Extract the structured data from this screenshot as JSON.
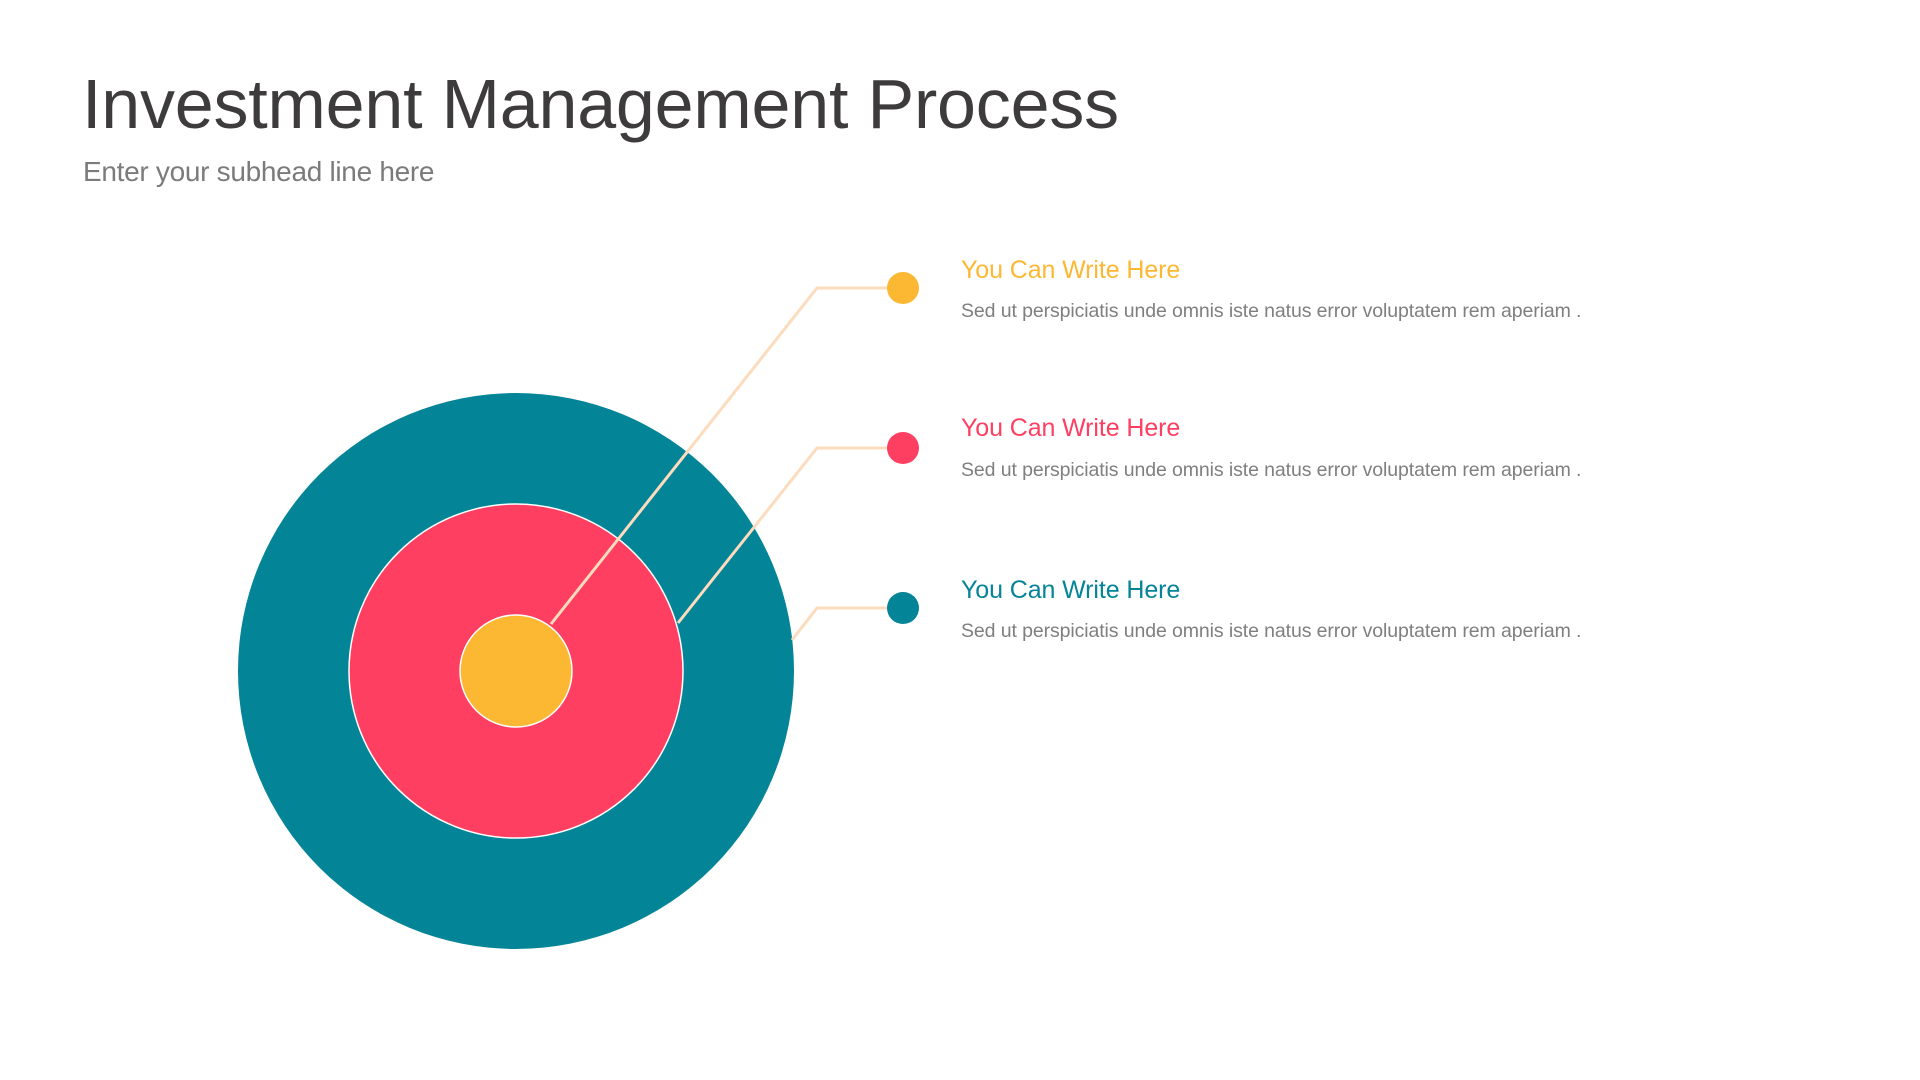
{
  "header": {
    "title": "Investment Management Process",
    "subhead": "Enter your subhead line here"
  },
  "colors": {
    "title": "#3d3b3b",
    "subhead": "#7b7b7b",
    "body_text": "#7f7f7f",
    "connector": "#fcdcbd",
    "inner": "#fdb833",
    "middle": "#ff3f62",
    "outer": "#048497",
    "ring_stroke": "#ffffff"
  },
  "diagram": {
    "type": "concentric-target",
    "rings": [
      {
        "name": "inner",
        "color": "#fdb833",
        "radius": 56
      },
      {
        "name": "middle",
        "color": "#ff3f62",
        "radius": 167
      },
      {
        "name": "outer",
        "color": "#048497",
        "radius": 278
      }
    ]
  },
  "items": [
    {
      "heading": "You Can Write Here",
      "body": "Sed ut perspiciatis unde omnis iste natus error voluptatem rem aperiam .",
      "color": "#fdb833",
      "marker": "dot-marker-yellow"
    },
    {
      "heading": "You Can Write Here",
      "body": "Sed ut perspiciatis unde omnis iste natus error voluptatem rem aperiam .",
      "color": "#ff3f62",
      "marker": "dot-marker-pink"
    },
    {
      "heading": "You Can Write Here",
      "body": "Sed ut perspiciatis unde omnis iste natus error voluptatem rem aperiam .",
      "color": "#048497",
      "marker": "dot-marker-teal"
    }
  ]
}
